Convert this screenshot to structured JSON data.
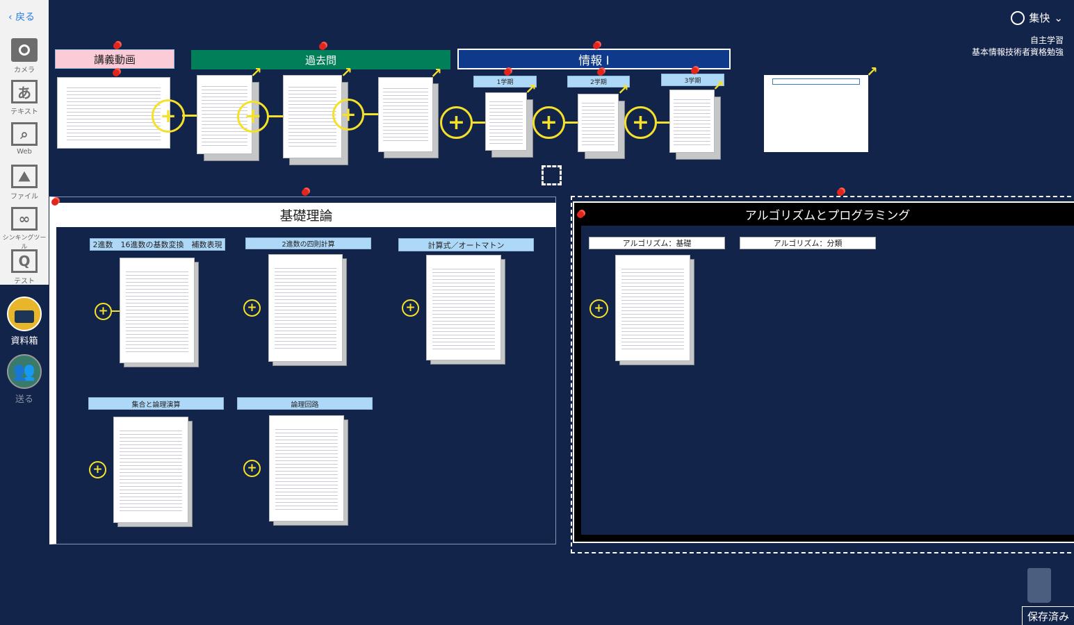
{
  "sidebar": {
    "back": "戻る",
    "tools": [
      {
        "label": "カメラ",
        "icon": "camera-icon"
      },
      {
        "label": "テキスト",
        "glyph": "あ"
      },
      {
        "label": "Web"
      },
      {
        "label": "ファイル"
      },
      {
        "label": "シンキングツール"
      },
      {
        "label": "テスト",
        "glyph": "Q"
      }
    ],
    "materials": "資料箱",
    "send": "送る"
  },
  "header": {
    "user": "集快",
    "subtitle1": "自主学習",
    "subtitle2": "基本情報技術者資格勉強"
  },
  "top_row": {
    "lecture": "講義動画",
    "past_exams": "過去問",
    "info": "情報 I",
    "terms": [
      "1学期",
      "2学期",
      "3学期"
    ]
  },
  "frame_theory": {
    "title": "基礎理論",
    "cards": [
      "2進数　16進数の基数変換　補数表現",
      "2進数の四則計算",
      "計算式／オートマトン",
      "集合と論理演算",
      "論理回路"
    ]
  },
  "frame_algo": {
    "title": "アルゴリズムとプログラミング",
    "cards": [
      "アルゴリズム：基礎",
      "アルゴリズム：分類"
    ]
  },
  "status": {
    "saved": "保存済み"
  },
  "colors": {
    "background": "#13244b",
    "accent": "#f5e12a",
    "pink": "#fccbd8",
    "green": "#007f58",
    "blue": "#0f3a8c"
  }
}
